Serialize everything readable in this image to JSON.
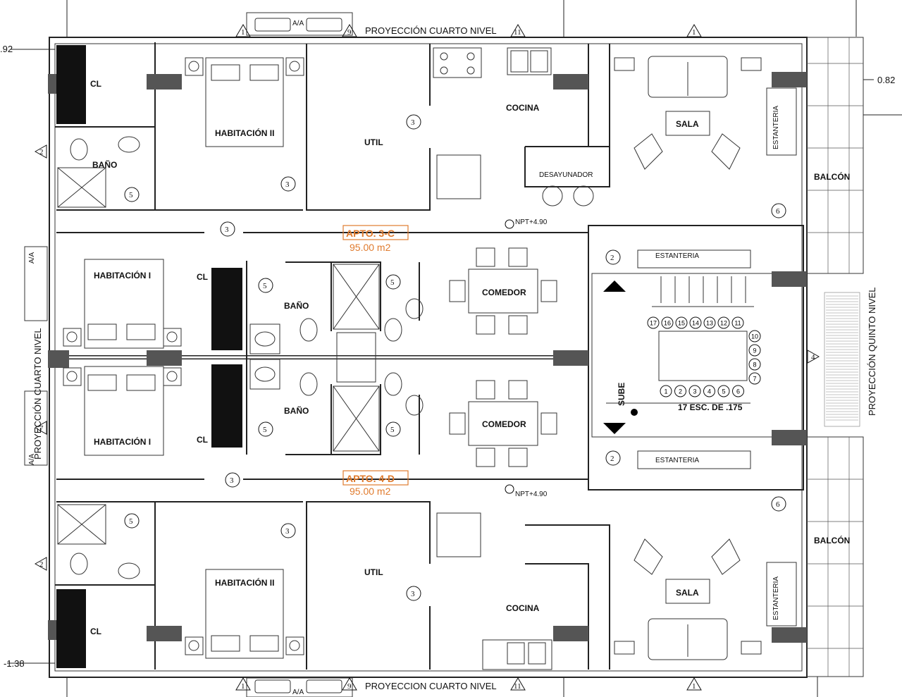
{
  "apartments": [
    {
      "name": "APTO. 3-C",
      "area": "95.00 m2"
    },
    {
      "name": "APTO. 4-D",
      "area": "95.00 m2"
    }
  ],
  "rooms": {
    "cl": "CL",
    "bano": "BAÑO",
    "habitacion_ii": "HABITACIÓN II",
    "habitacion_i": "HABITACIÓN I",
    "util": "UTIL",
    "cocina": "COCINA",
    "desayunador": "DESAYUNADOR",
    "sala": "SALA",
    "balcon": "BALCÓN",
    "comedor": "COMEDOR",
    "estanteria": "ESTANTERIA",
    "sube": "SUBE"
  },
  "stairs": {
    "label": "17 ESC. DE .175",
    "steps": [
      "1",
      "2",
      "3",
      "4",
      "5",
      "6",
      "7",
      "8",
      "9",
      "10",
      "11",
      "12",
      "13",
      "14",
      "15",
      "16",
      "17"
    ]
  },
  "levels": {
    "npt": "NPT+4.90"
  },
  "projections": {
    "cuarto_nivel_top": "PROYECCIÓN CUARTO NIVEL",
    "cuarto_nivel_bottom": "PROYECCION CUARTO NIVEL",
    "cuarto_nivel_left": "PROYECCIÓN CUARTO NIVEL",
    "quinto_nivel": "PROYECCIÓN QUINTO NIVEL"
  },
  "dimensions": {
    "top_left": ".92",
    "right": "0.82",
    "bottom_left": "-1.38"
  },
  "equipment": {
    "ac": "A/A"
  },
  "markers": {
    "door_3": "3",
    "door_5": "5",
    "door_2": "2",
    "door_6": "6",
    "tri_1": "1",
    "tri_2": "2",
    "tri_4": "4",
    "tri_9": "9",
    "tri_11": "11",
    "tri_7": "7"
  },
  "colors": {
    "accent": "#e07b2e",
    "wall": "#222222",
    "column": "#555555"
  }
}
